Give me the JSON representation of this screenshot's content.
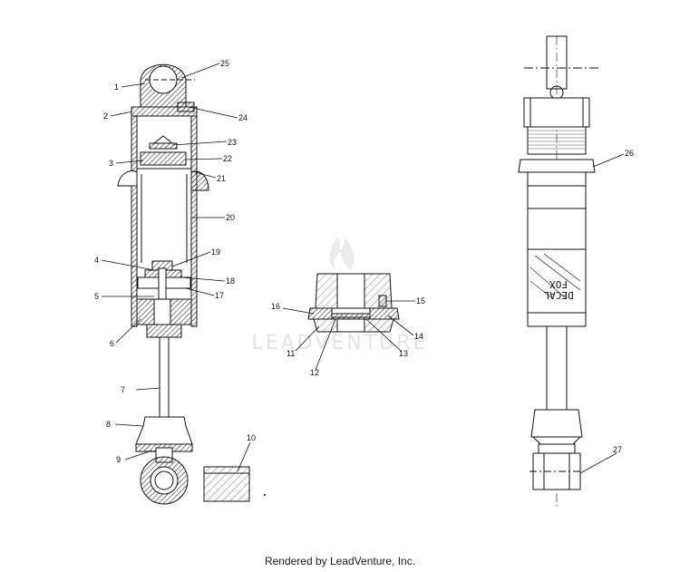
{
  "watermark": {
    "text": "LEADVENTURE"
  },
  "footer": {
    "text": "Rendered by LeadVenture, Inc."
  },
  "decal": {
    "line1": "DECAL",
    "line2": "FOX"
  },
  "callouts": {
    "c1": "1",
    "c2": "2",
    "c3": "3",
    "c4": "4",
    "c5": "5",
    "c6": "6",
    "c7": "7",
    "c8": "8",
    "c9": "9",
    "c10": "10",
    "c11": "11",
    "c12": "12",
    "c13": "13",
    "c14": "14",
    "c15": "15",
    "c16": "16",
    "c17": "17",
    "c18": "18",
    "c19": "19",
    "c20": "20",
    "c21": "21",
    "c22": "22",
    "c23": "23",
    "c24": "24",
    "c25": "25",
    "c26": "26",
    "c27": "27"
  }
}
